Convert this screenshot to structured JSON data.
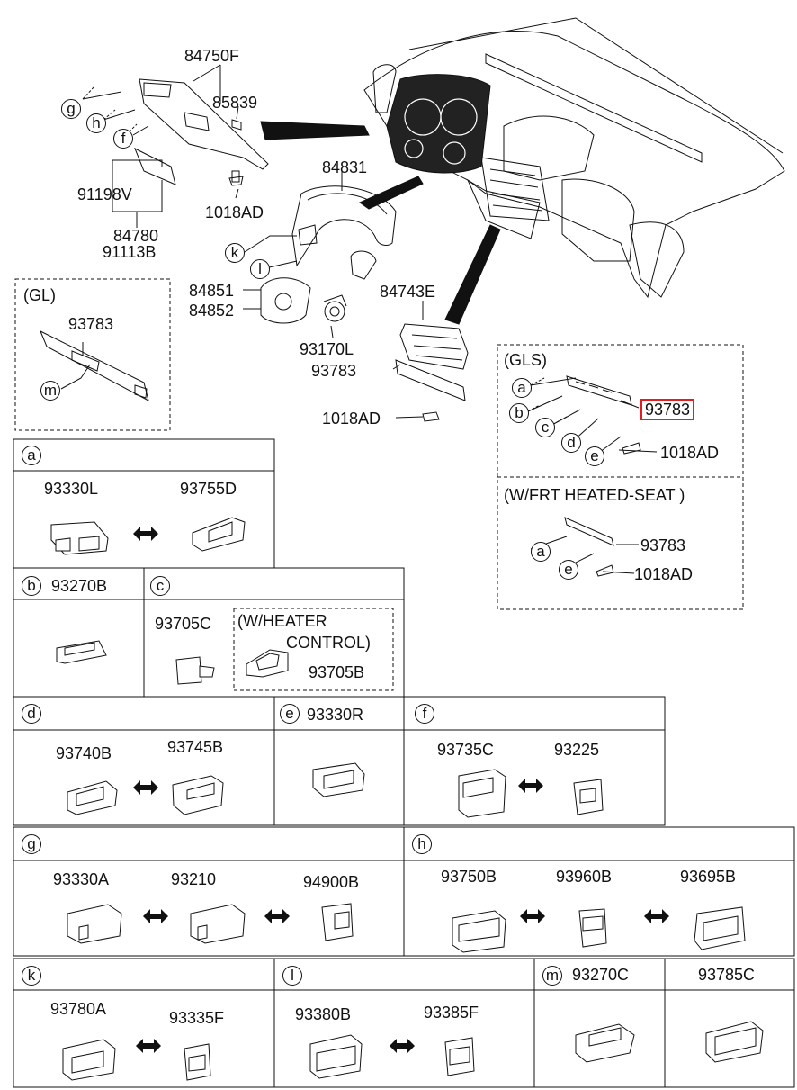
{
  "callouts": {
    "a": "a",
    "b": "b",
    "c": "c",
    "d": "d",
    "e": "e",
    "f": "f",
    "g": "g",
    "h": "h",
    "k": "k",
    "l": "l",
    "m": "m"
  },
  "upper": {
    "p84750F": "84750F",
    "p85839": "85839",
    "p91198V": "91198V",
    "p84780": "84780",
    "p91113B": "91113B",
    "p1018AD_1": "1018AD",
    "p84831": "84831",
    "p84851": "84851",
    "p84852": "84852",
    "p93170L": "93170L",
    "p84743E": "84743E",
    "p93783_main": "93783",
    "p1018AD_2": "1018AD"
  },
  "gl_box": {
    "title": "(GL)",
    "part": "93783"
  },
  "gls_box": {
    "title": "(GLS)",
    "part": "93783",
    "screw": "1018AD",
    "heated_title": "(W/FRT HEATED-SEAT )",
    "heated_part": "93783",
    "heated_screw": "1018AD"
  },
  "table": {
    "row1": {
      "p1": "93330L",
      "p2": "93755D"
    },
    "row2": {
      "b_label": "93270B",
      "c_part": "93705C",
      "heater_line1": "(W/HEATER",
      "heater_line2": "CONTROL)",
      "heater_part": "93705B"
    },
    "row3": {
      "d_p1": "93740B",
      "d_p2": "93745B",
      "e_label": "93330R",
      "f_p1": "93735C",
      "f_p2": "93225"
    },
    "row4": {
      "g_p1": "93330A",
      "g_p2": "93210",
      "g_p3": "94900B",
      "h_p1": "93750B",
      "h_p2": "93960B",
      "h_p3": "93695B"
    },
    "row5": {
      "k_p1": "93780A",
      "k_p2": "93335F",
      "l_p1": "93380B",
      "l_p2": "93385F",
      "m_label": "93270C",
      "n_label": "93785C"
    }
  },
  "colors": {
    "highlight": "#e02020",
    "line": "#111111"
  }
}
